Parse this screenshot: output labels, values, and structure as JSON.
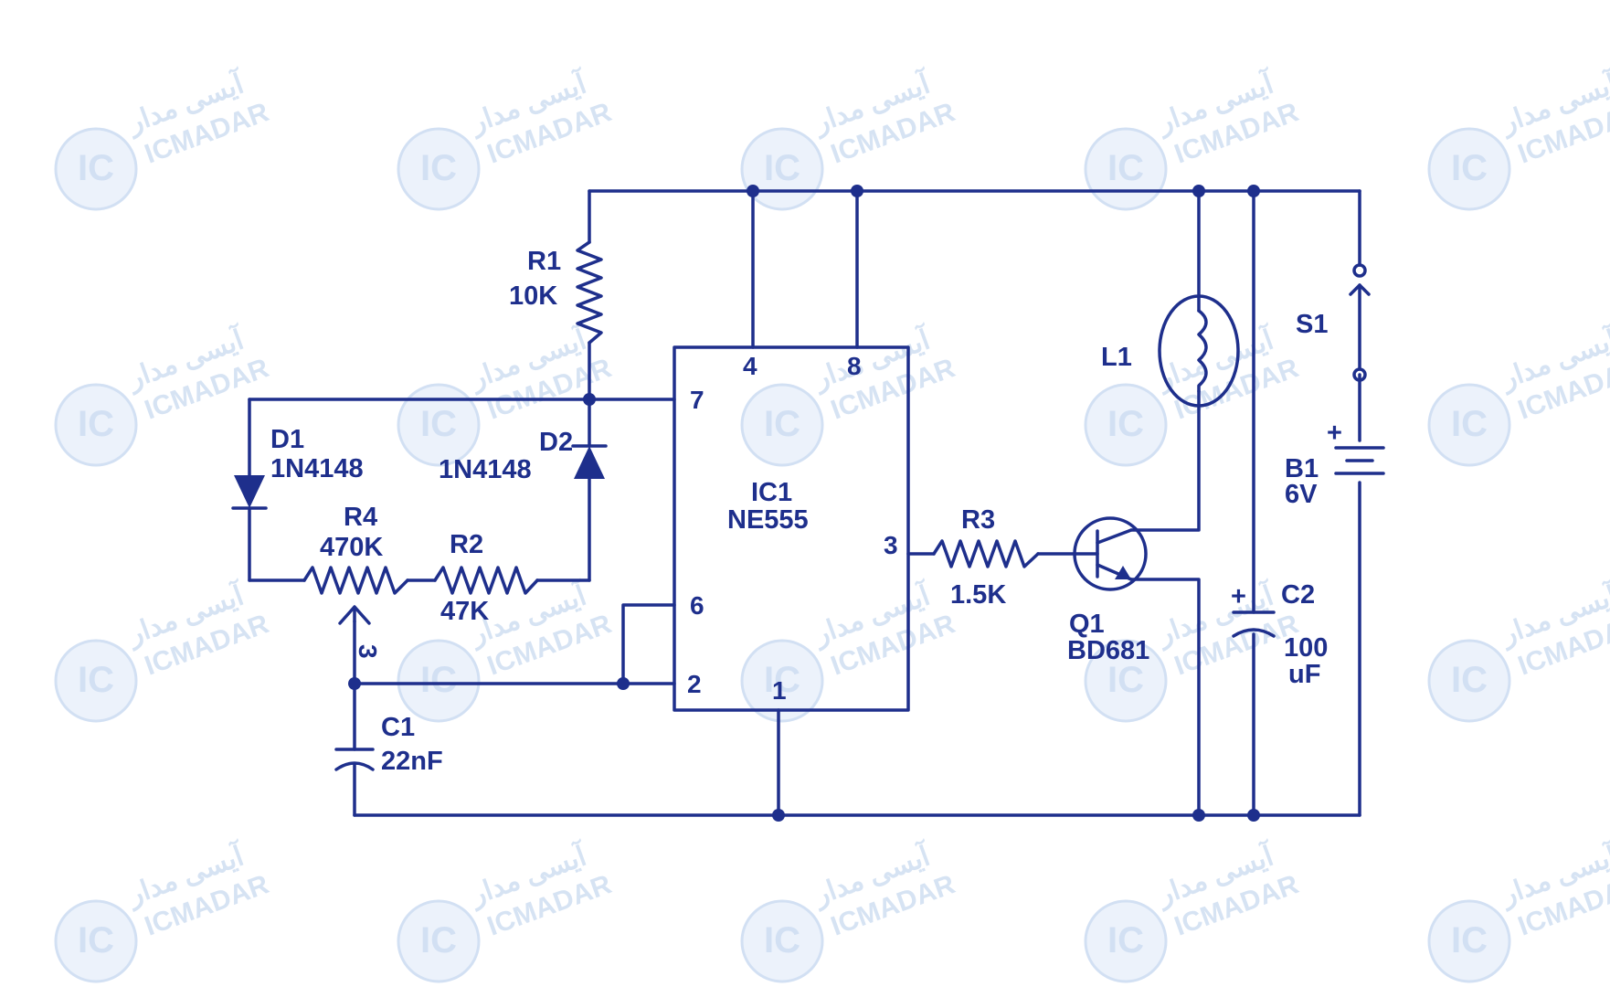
{
  "watermark": {
    "brand": "ICMADAR",
    "brand_fa": "آیسی مدار",
    "logo_text": "IC",
    "logo_sub": "MADAR"
  },
  "schematic": {
    "components": {
      "r1": {
        "ref": "R1",
        "value": "10K"
      },
      "d1": {
        "ref": "D1",
        "value": "1N4148"
      },
      "d2": {
        "ref": "D2",
        "value": "1N4148"
      },
      "r4": {
        "ref": "R4",
        "value": "470K",
        "wiper": "3"
      },
      "r2": {
        "ref": "R2",
        "value": "47K"
      },
      "c1": {
        "ref": "C1",
        "value": "22nF"
      },
      "ic1": {
        "ref": "IC1",
        "value": "NE555",
        "pins": {
          "p4": "4",
          "p8": "8",
          "p7": "7",
          "p6": "6",
          "p2": "2",
          "p1": "1",
          "p3": "3"
        }
      },
      "r3": {
        "ref": "R3",
        "value": "1.5K"
      },
      "q1": {
        "ref": "Q1",
        "value": "BD681"
      },
      "l1": {
        "ref": "L1"
      },
      "s1": {
        "ref": "S1"
      },
      "b1": {
        "ref": "B1",
        "value": "6V",
        "polarity": "+"
      },
      "c2": {
        "ref": "C2",
        "value_line1": "100",
        "value_line2": "uF",
        "polarity": "+"
      }
    }
  },
  "colors": {
    "ink": "#1e2f8c",
    "watermark": "#c9daf0"
  }
}
